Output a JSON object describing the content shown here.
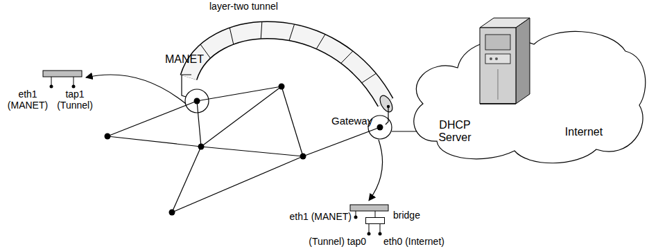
{
  "diagram": {
    "nodes": [
      {
        "text": [
          "DHCP Server",
          "Internet"
        ]
      },
      {
        "text": [
          "bridge"
        ]
      }
    ],
    "labels": [
      "layer-two tunnel",
      "eth1 (MANET)",
      "tap1 (Tunnel)",
      "MANET",
      "Gateway",
      "eth1 (MANET)",
      "(Tunnel) tap0",
      "eth0 (Internet)"
    ]
  }
}
